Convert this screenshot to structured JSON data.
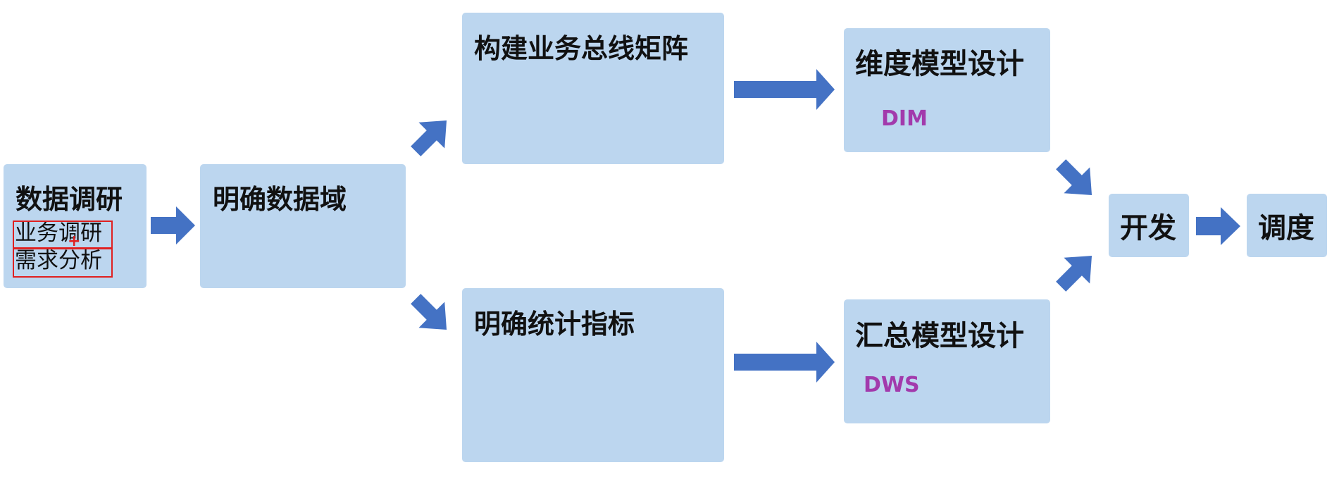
{
  "nodes": {
    "research": {
      "title": "数据调研",
      "items": [
        "业务调研",
        "需求分析"
      ]
    },
    "domain": {
      "title": "明确数据域"
    },
    "bus_matrix": {
      "title": "构建业务总线矩阵"
    },
    "metrics": {
      "title": "明确统计指标"
    },
    "dim_model": {
      "title": "维度模型设计",
      "code": "DIM"
    },
    "summary_model": {
      "title": "汇总模型设计",
      "code": "DWS"
    },
    "develop": {
      "title": "开发"
    },
    "schedule": {
      "title": "调度"
    }
  },
  "colors": {
    "box_fill": "#bcd6ef",
    "arrow_fill": "#4472c4",
    "code_text": "#a23aac",
    "highlight_border": "#e02020"
  },
  "icons": {
    "cursor": "+"
  }
}
